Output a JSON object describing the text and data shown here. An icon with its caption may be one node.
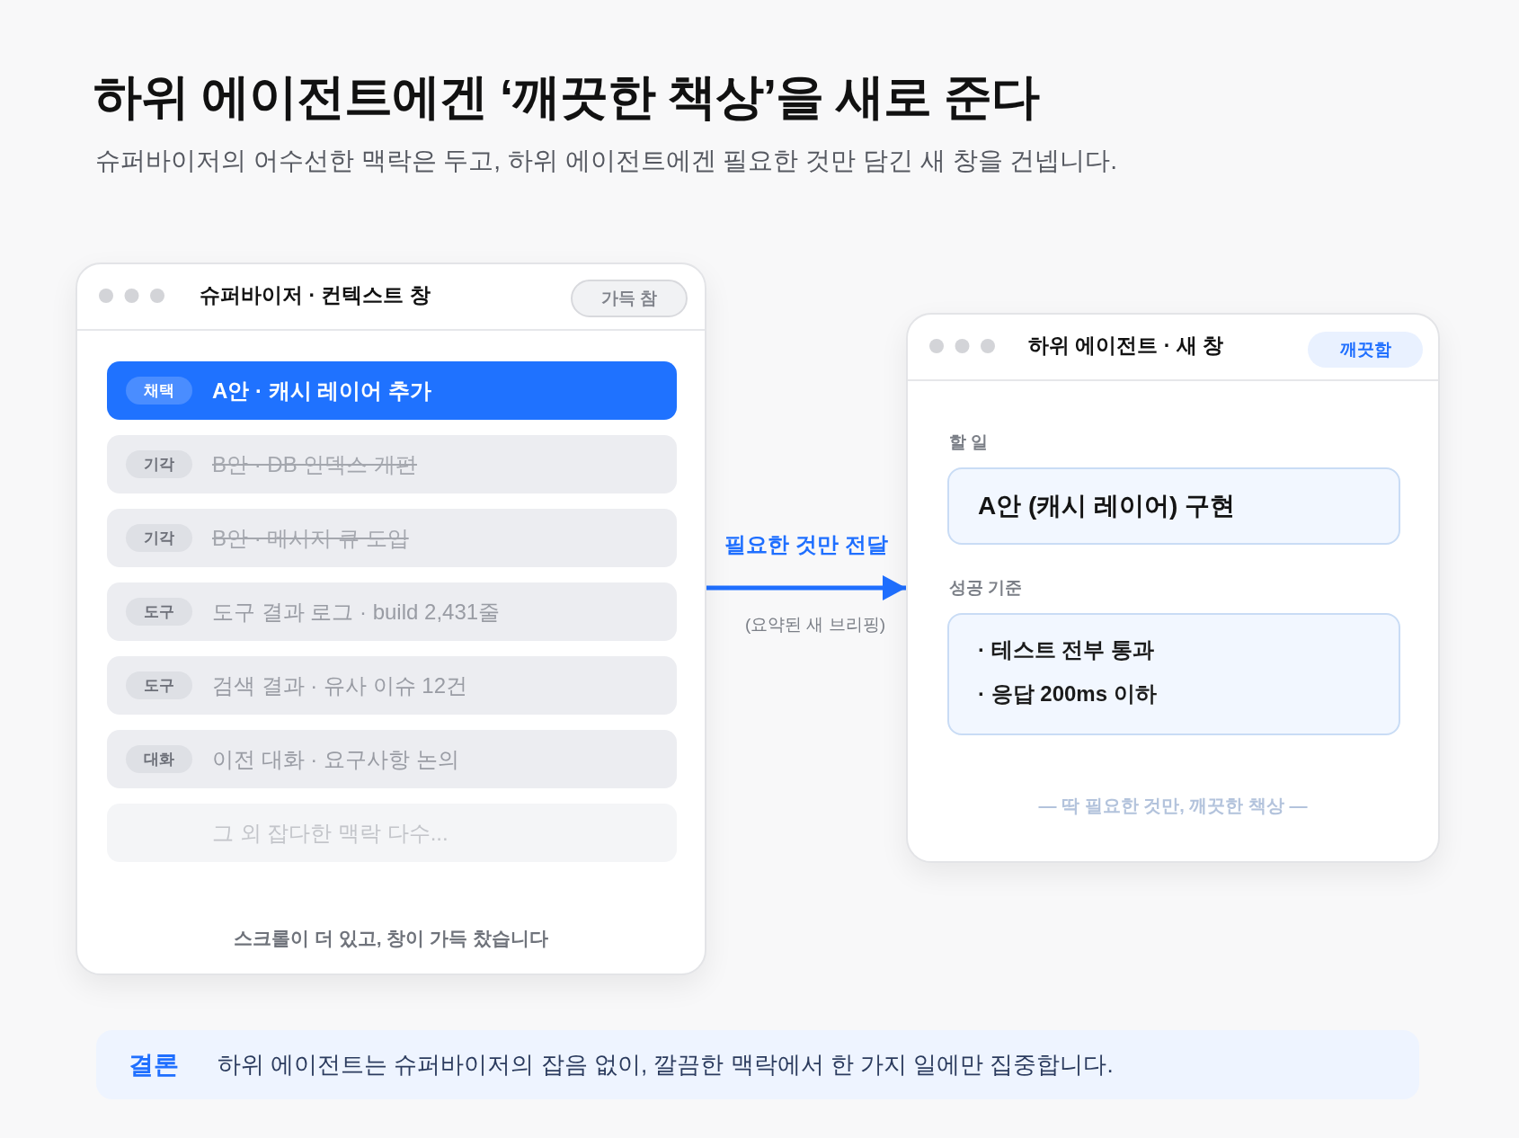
{
  "diagram": {
    "title": "하위 에이전트에겐 ‘깨끗한 책상’을 새로 준다",
    "nodes": [
      {
        "text": [
          "슈퍼바이저 · 컨텍스트 창",
          "스크롤이 더 있고, 창이 가득 찼습니다"
        ]
      },
      {
        "text": [
          "가득 참"
        ],
        "in": 0
      },
      {
        "text": [
          "A안 · 캐시 레이어 추가"
        ],
        "in": 0
      },
      {
        "text": [
          "채택"
        ],
        "in": 2
      },
      {
        "text": [
          "B안 · DB 인덱스 개편"
        ],
        "in": 0
      },
      {
        "text": [
          "기각"
        ],
        "in": 4
      },
      {
        "text": [
          "B안 · 메시지 큐 도입"
        ],
        "in": 0
      },
      {
        "text": [
          "기각"
        ],
        "in": 6
      },
      {
        "text": [
          "도구 결과 로그 · build 2,431줄"
        ],
        "in": 0
      },
      {
        "text": [
          "도구"
        ],
        "in": 8
      },
      {
        "text": [
          "검색 결과 · 유사 이슈 12건"
        ],
        "in": 0
      },
      {
        "text": [
          "도구"
        ],
        "in": 10
      },
      {
        "text": [
          "이전 대화 · 요구사항 논의"
        ],
        "in": 0
      },
      {
        "text": [
          "대화"
        ],
        "in": 12
      },
      {
        "text": [
          "그 외 잡다한 맥락 다수..."
        ],
        "in": 0
      },
      {
        "text": [
          "하위 에이전트 · 새 창",
          "— 딱 필요한 것만, 깨끗한 책상 —"
        ]
      },
      {
        "text": [
          "깨끗함"
        ],
        "in": 15
      },
      {
        "text": [
          "할 일",
          "A안 (캐시 레이어) 구현"
        ],
        "in": 15
      },
      {
        "text": [
          "성공 기준",
          "· 테스트 전부 통과",
          "· 응답 200ms 이하"
        ],
        "in": 15
      },
      {
        "text": [
          "결론",
          "하위 에이전트는 슈퍼바이저의 잡음 없이, 깔끔한 맥락에서 한 가지 일에만 집중합니다."
        ]
      }
    ],
    "edges": [
      {
        "from": 0,
        "to": 15,
        "arrow": "to",
        "label": "필요한 것만 전달"
      }
    ],
    "labels": [
      "슈퍼바이저의 어수선한 맥락은 두고, 하위 에이전트에겐 필요한 것만 담긴 새 창을 건넵니다.",
      "(요약된 새 브리핑)"
    ]
  }
}
